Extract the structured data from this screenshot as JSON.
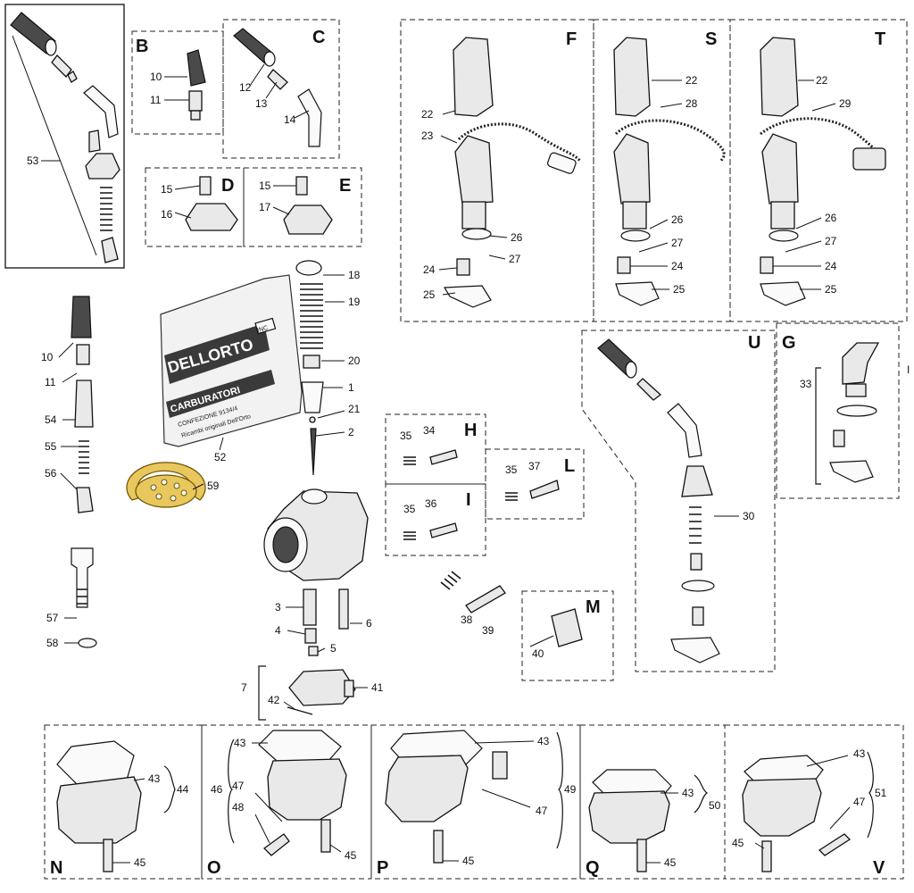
{
  "sections": {
    "B": "B",
    "C": "C",
    "D": "D",
    "E": "E",
    "F": "F",
    "S": "S",
    "T": "T",
    "U": "U",
    "G": "G",
    "H": "H",
    "I": "I",
    "L": "L",
    "M": "M",
    "N": "N",
    "O": "O",
    "P": "P",
    "Q": "Q",
    "V": "V"
  },
  "bag": {
    "brand": "DELLORTO",
    "badge": "INC",
    "title": "CARBURATORI",
    "line1": "CONFEZIONE  9134/4",
    "line2": "Ricambi originali Dell'Orto"
  },
  "parts": {
    "p1": "1",
    "p2": "2",
    "p3": "3",
    "p4": "4",
    "p5": "5",
    "p6": "6",
    "p7": "7",
    "p10": "10",
    "p11": "11",
    "p12": "12",
    "p13": "13",
    "p14": "14",
    "p15": "15",
    "p16": "16",
    "p17": "17",
    "p18": "18",
    "p19": "19",
    "p20": "20",
    "p21": "21",
    "p22": "22",
    "p23": "23",
    "p24": "24",
    "p25": "25",
    "p26": "26",
    "p27": "27",
    "p28": "28",
    "p29": "29",
    "p30": "30",
    "p33": "33",
    "p34": "34",
    "p35": "35",
    "p36": "36",
    "p37": "37",
    "p38": "38",
    "p39": "39",
    "p40": "40",
    "p41": "41",
    "p42": "42",
    "p43": "43",
    "p44": "44",
    "p45": "45",
    "p46": "46",
    "p47": "47",
    "p48": "48",
    "p49": "49",
    "p50": "50",
    "p51": "51",
    "p52": "52",
    "p53": "53",
    "p54": "54",
    "p55": "55",
    "p56": "56",
    "p57": "57",
    "p58": "58",
    "p59": "59",
    "stray": "I"
  }
}
